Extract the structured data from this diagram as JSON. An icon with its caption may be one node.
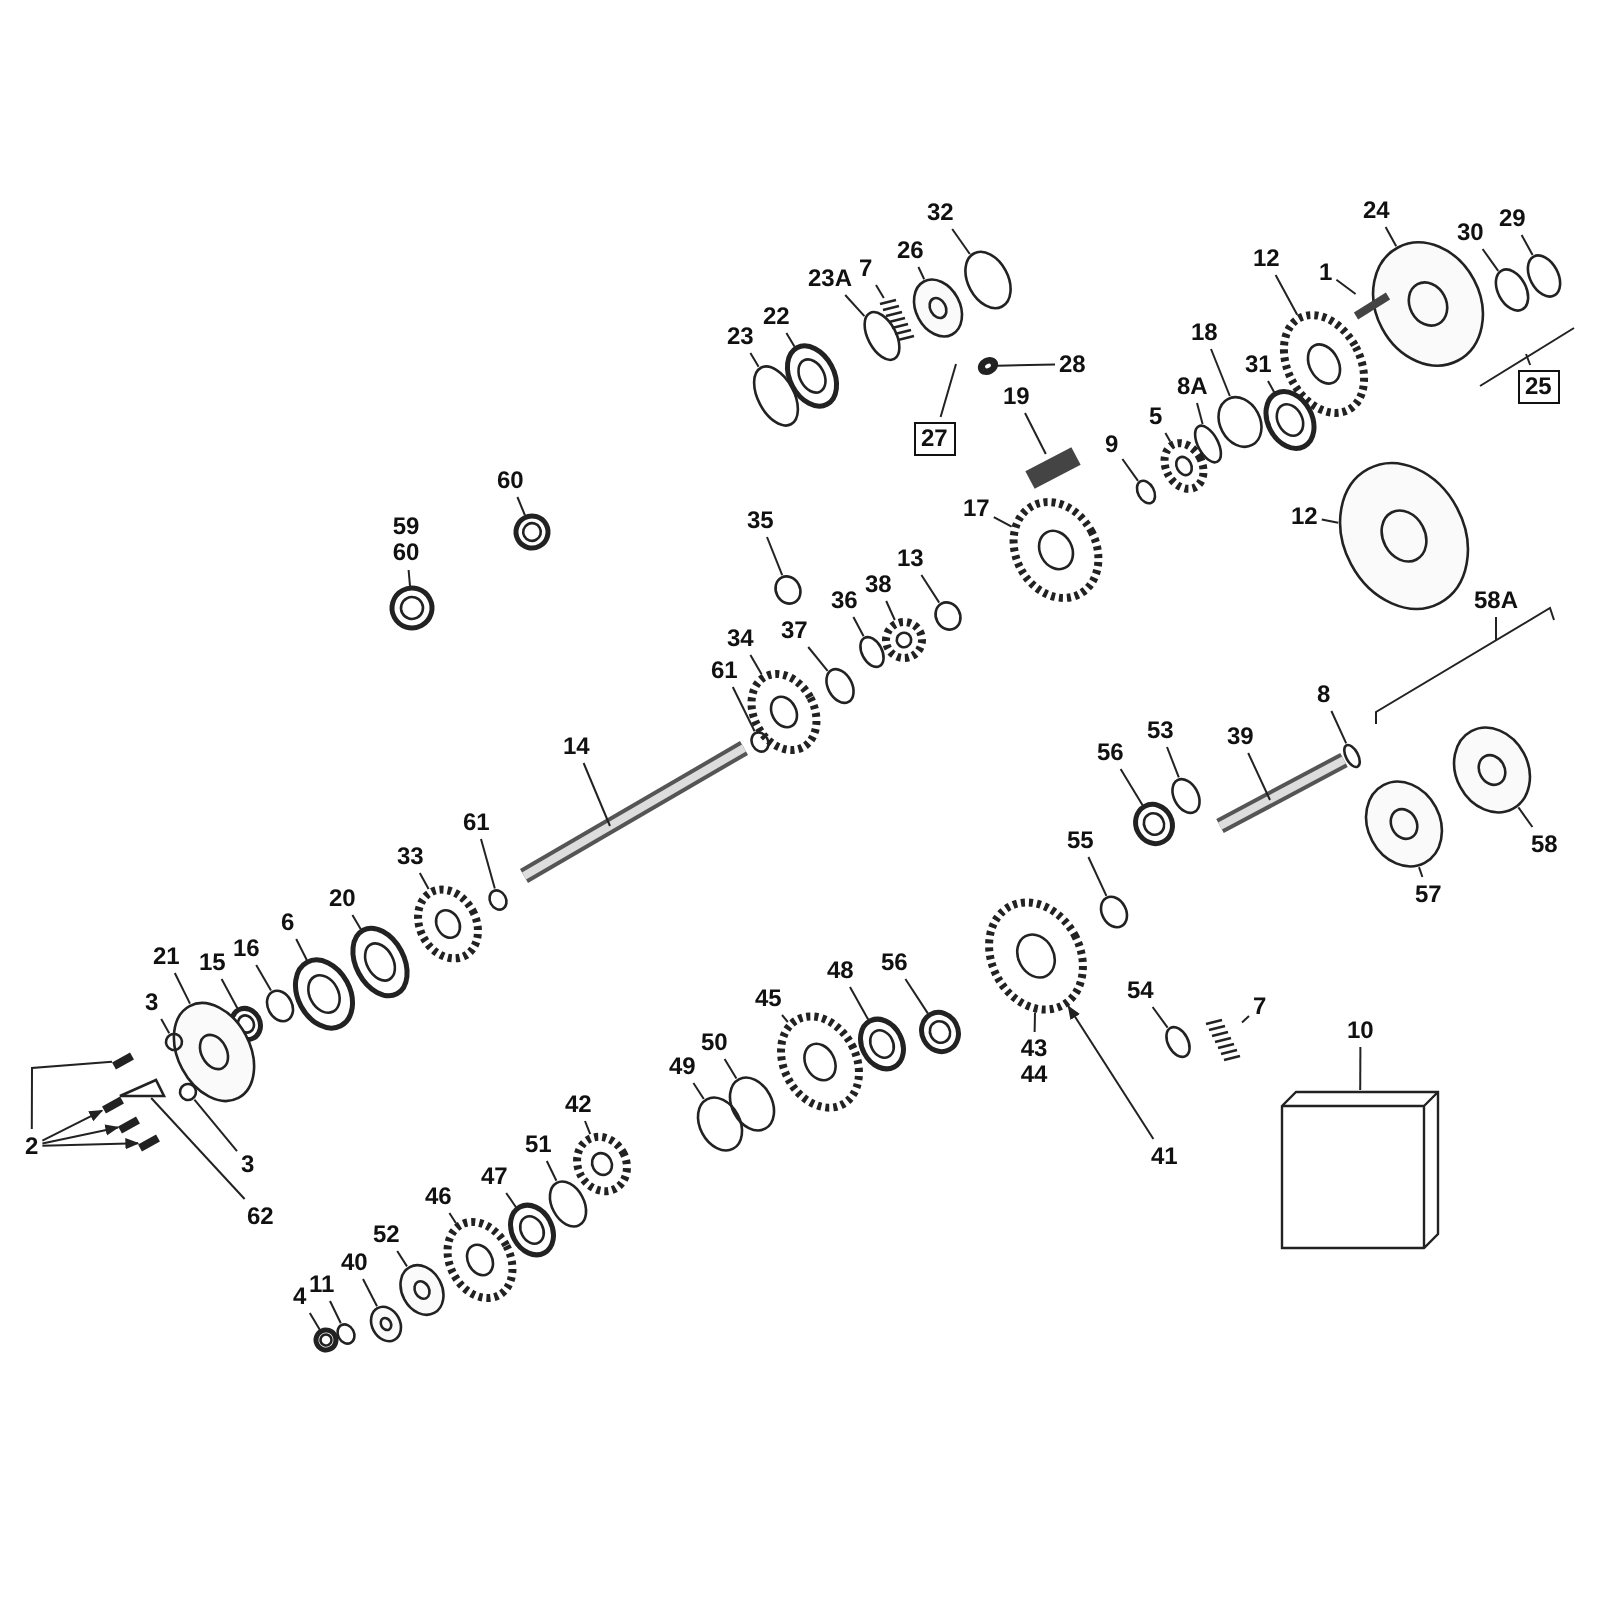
{
  "diagram": {
    "nodes": [
      {
        "text": [
          "23"
        ]
      },
      {
        "text": [
          "22"
        ]
      },
      {
        "text": [
          "23A"
        ]
      },
      {
        "text": [
          "7"
        ]
      },
      {
        "text": [
          "26"
        ]
      },
      {
        "text": [
          "32"
        ]
      },
      {
        "text": [
          "28"
        ]
      },
      {
        "text": [
          "27"
        ]
      },
      {
        "text": [
          "24"
        ]
      },
      {
        "text": [
          "12"
        ]
      },
      {
        "text": [
          "1"
        ]
      },
      {
        "text": [
          "30"
        ]
      },
      {
        "text": [
          "29"
        ]
      },
      {
        "text": [
          "25"
        ]
      },
      {
        "text": [
          "18"
        ]
      },
      {
        "text": [
          "31"
        ]
      },
      {
        "text": [
          "8A"
        ]
      },
      {
        "text": [
          "5"
        ]
      },
      {
        "text": [
          "19"
        ]
      },
      {
        "text": [
          "9"
        ]
      },
      {
        "text": [
          "17"
        ]
      },
      {
        "text": [
          "12"
        ]
      },
      {
        "text": [
          "60"
        ]
      },
      {
        "text": [
          "59 60"
        ]
      },
      {
        "text": [
          "35"
        ]
      },
      {
        "text": [
          "13"
        ]
      },
      {
        "text": [
          "38"
        ]
      },
      {
        "text": [
          "36"
        ]
      },
      {
        "text": [
          "37"
        ]
      },
      {
        "text": [
          "34"
        ]
      },
      {
        "text": [
          "61"
        ]
      },
      {
        "text": [
          "14"
        ]
      },
      {
        "text": [
          "58A"
        ]
      },
      {
        "text": [
          "8"
        ]
      },
      {
        "text": [
          "39"
        ]
      },
      {
        "text": [
          "58"
        ]
      },
      {
        "text": [
          "57"
        ]
      },
      {
        "text": [
          "61"
        ]
      },
      {
        "text": [
          "33"
        ]
      },
      {
        "text": [
          "53"
        ]
      },
      {
        "text": [
          "56"
        ]
      },
      {
        "text": [
          "55"
        ]
      },
      {
        "text": [
          "20"
        ]
      },
      {
        "text": [
          "6"
        ]
      },
      {
        "text": [
          "16"
        ]
      },
      {
        "text": [
          "15"
        ]
      },
      {
        "text": [
          "21"
        ]
      },
      {
        "text": [
          "3"
        ]
      },
      {
        "text": [
          "56"
        ]
      },
      {
        "text": [
          "48"
        ]
      },
      {
        "text": [
          "45"
        ]
      },
      {
        "text": [
          "43 44"
        ]
      },
      {
        "text": [
          "41"
        ]
      },
      {
        "text": [
          "54"
        ]
      },
      {
        "text": [
          "7"
        ]
      },
      {
        "text": [
          "10"
        ]
      },
      {
        "text": [],
        "shape": "box"
      },
      {
        "text": [
          "50"
        ]
      },
      {
        "text": [
          "49"
        ]
      },
      {
        "text": [
          "2"
        ]
      },
      {
        "text": [
          "3"
        ]
      },
      {
        "text": [
          "62"
        ]
      },
      {
        "text": [
          "42"
        ]
      },
      {
        "text": [
          "51"
        ]
      },
      {
        "text": [
          "47"
        ]
      },
      {
        "text": [
          "46"
        ]
      },
      {
        "text": [
          "52"
        ]
      },
      {
        "text": [
          "40"
        ]
      },
      {
        "text": [
          "11"
        ]
      },
      {
        "text": [
          "4"
        ]
      },
      {
        "text": [],
        "shape": "circle"
      },
      {
        "text": [],
        "shape": "picture"
      },
      {
        "text": [],
        "shape": "circle"
      },
      {
        "text": [],
        "shape": "picture"
      },
      {
        "text": [],
        "shape": "picture"
      },
      {
        "text": [],
        "shape": "circle"
      },
      {
        "text": [],
        "shape": "picture"
      },
      {
        "text": [],
        "shape": "picture"
      },
      {
        "text": [],
        "shape": "picture"
      },
      {
        "text": [],
        "shape": "picture"
      },
      {
        "text": [],
        "shape": "circle"
      },
      {
        "text": [],
        "shape": "circle"
      },
      {
        "text": [],
        "shape": "circle"
      },
      {
        "text": [],
        "shape": "picture"
      },
      {
        "text": [],
        "shape": "circle"
      },
      {
        "text": [],
        "shape": "picture"
      },
      {
        "text": [],
        "shape": "picture"
      },
      {
        "text": [],
        "shape": "circle"
      },
      {
        "text": [],
        "shape": "picture"
      },
      {
        "text": [],
        "shape": "picture"
      },
      {
        "text": [],
        "shape": "picture"
      },
      {
        "text": [],
        "shape": "picture"
      },
      {
        "text": [],
        "shape": "circle"
      },
      {
        "text": [],
        "shape": "circle"
      },
      {
        "text": [],
        "shape": "picture"
      },
      {
        "text": [],
        "shape": "circle"
      },
      {
        "text": [],
        "shape": "circle"
      },
      {
        "text": [],
        "shape": "picture"
      },
      {
        "text": [],
        "shape": "circle"
      },
      {
        "text": [],
        "shape": "picture"
      },
      {
        "text": [],
        "shape": "circle"
      },
      {
        "text": [],
        "shape": "picture"
      },
      {
        "text": [],
        "shape": "picture"
      },
      {
        "text": [],
        "shape": "picture"
      },
      {
        "text": [],
        "shape": "circle"
      },
      {
        "text": [],
        "shape": "picture"
      },
      {
        "text": [],
        "shape": "circle"
      },
      {
        "text": [],
        "shape": "picture"
      },
      {
        "text": [],
        "shape": "circle"
      },
      {
        "text": [],
        "shape": "picture"
      },
      {
        "text": [],
        "shape": "picture"
      },
      {
        "text": [],
        "shape": "circle"
      },
      {
        "text": [],
        "shape": "picture"
      },
      {
        "text": [],
        "shape": "picture"
      },
      {
        "text": [],
        "shape": "circle"
      },
      {
        "text": [],
        "shape": "picture"
      },
      {
        "text": [],
        "shape": "picture"
      },
      {
        "text": [],
        "shape": "picture"
      },
      {
        "text": [],
        "shape": "picture"
      },
      {
        "text": [],
        "shape": "circle"
      },
      {
        "text": [],
        "shape": "picture"
      },
      {
        "text": [],
        "shape": "circle"
      },
      {
        "text": [],
        "shape": "circle"
      },
      {
        "text": [],
        "shape": "picture"
      },
      {
        "text": [],
        "shape": "picture"
      },
      {
        "text": [],
        "shape": "picture"
      },
      {
        "text": [],
        "shape": "picture"
      },
      {
        "text": [],
        "shape": "circle"
      },
      {
        "text": [],
        "shape": "picture"
      },
      {
        "text": [],
        "shape": "picture"
      },
      {
        "text": [],
        "shape": "circle"
      },
      {
        "text": [],
        "shape": "picture"
      },
      {
        "text": [],
        "shape": "picture"
      },
      {
        "text": [],
        "shape": "picture"
      },
      {
        "text": [],
        "shape": "picture"
      },
      {
        "text": [],
        "shape": "circle"
      },
      {
        "text": [],
        "shape": "picture"
      }
    ],
    "edges": [
      {
        "from": 0,
        "to": 70,
        "arrow": "none"
      },
      {
        "from": 1,
        "to": 71,
        "arrow": "none"
      },
      {
        "from": 2,
        "to": 72,
        "arrow": "none"
      },
      {
        "from": 3,
        "to": 73,
        "arrow": "none"
      },
      {
        "from": 4,
        "to": 74,
        "arrow": "none"
      },
      {
        "from": 5,
        "to": 75,
        "arrow": "none"
      },
      {
        "from": 6,
        "to": 76,
        "arrow": "none"
      },
      {
        "from": 7,
        "to": null,
        "arrow": "none"
      },
      {
        "from": 8,
        "to": 77,
        "arrow": "none"
      },
      {
        "from": 9,
        "to": 78,
        "arrow": "none"
      },
      {
        "from": 10,
        "to": 79,
        "arrow": "none"
      },
      {
        "from": 11,
        "to": 80,
        "arrow": "none"
      },
      {
        "from": 12,
        "to": 81,
        "arrow": "none"
      },
      {
        "from": 13,
        "to": null,
        "arrow": "none"
      },
      {
        "from": 14,
        "to": 82,
        "arrow": "none"
      },
      {
        "from": 15,
        "to": 83,
        "arrow": "none"
      },
      {
        "from": 16,
        "to": 84,
        "arrow": "none"
      },
      {
        "from": 17,
        "to": 85,
        "arrow": "none"
      },
      {
        "from": 18,
        "to": 86,
        "arrow": "none"
      },
      {
        "from": 19,
        "to": 87,
        "arrow": "none"
      },
      {
        "from": 20,
        "to": 88,
        "arrow": "none"
      },
      {
        "from": 21,
        "to": 89,
        "arrow": "none"
      },
      {
        "from": 22,
        "to": 90,
        "arrow": "none"
      },
      {
        "from": 23,
        "to": 91,
        "arrow": "none"
      },
      {
        "from": 24,
        "to": 92,
        "arrow": "none"
      },
      {
        "from": 25,
        "to": 93,
        "arrow": "none"
      },
      {
        "from": 26,
        "to": 94,
        "arrow": "none"
      },
      {
        "from": 27,
        "to": 95,
        "arrow": "none"
      },
      {
        "from": 28,
        "to": 96,
        "arrow": "none"
      },
      {
        "from": 29,
        "to": 97,
        "arrow": "none"
      },
      {
        "from": 30,
        "to": 98,
        "arrow": "none"
      },
      {
        "from": 31,
        "to": 99,
        "arrow": "none"
      },
      {
        "from": 32,
        "to": null,
        "arrow": "none"
      },
      {
        "from": 33,
        "to": 100,
        "arrow": "none"
      },
      {
        "from": 34,
        "to": 101,
        "arrow": "none"
      },
      {
        "from": 35,
        "to": 102,
        "arrow": "none"
      },
      {
        "from": 36,
        "to": 103,
        "arrow": "none"
      },
      {
        "from": 37,
        "to": 104,
        "arrow": "none"
      },
      {
        "from": 38,
        "to": 105,
        "arrow": "none"
      },
      {
        "from": 39,
        "to": 106,
        "arrow": "none"
      },
      {
        "from": 40,
        "to": 107,
        "arrow": "none"
      },
      {
        "from": 41,
        "to": 108,
        "arrow": "none"
      },
      {
        "from": 42,
        "to": 109,
        "arrow": "none"
      },
      {
        "from": 43,
        "to": 110,
        "arrow": "none"
      },
      {
        "from": 44,
        "to": 111,
        "arrow": "none"
      },
      {
        "from": 45,
        "to": 112,
        "arrow": "none"
      },
      {
        "from": 46,
        "to": 113,
        "arrow": "none"
      },
      {
        "from": 47,
        "to": 114,
        "arrow": "none"
      },
      {
        "from": 48,
        "to": 115,
        "arrow": "none"
      },
      {
        "from": 49,
        "to": 116,
        "arrow": "none"
      },
      {
        "from": 50,
        "to": 117,
        "arrow": "none"
      },
      {
        "from": 51,
        "to": 118,
        "arrow": "none"
      },
      {
        "from": 52,
        "to": 118,
        "arrow": "to"
      },
      {
        "from": 53,
        "to": 119,
        "arrow": "none"
      },
      {
        "from": 54,
        "to": 120,
        "arrow": "none"
      },
      {
        "from": 55,
        "to": 56,
        "arrow": "none"
      },
      {
        "from": 57,
        "to": 121,
        "arrow": "none"
      },
      {
        "from": 58,
        "to": 122,
        "arrow": "none"
      },
      {
        "from": 59,
        "to": 124,
        "arrow": "to"
      },
      {
        "from": 59,
        "to": 125,
        "arrow": "to"
      },
      {
        "from": 59,
        "to": 126,
        "arrow": "to"
      },
      {
        "from": 59,
        "to": 123,
        "arrow": "none"
      },
      {
        "from": 60,
        "to": 127,
        "arrow": "none"
      },
      {
        "from": 61,
        "to": 128,
        "arrow": "none"
      },
      {
        "from": 62,
        "to": 129,
        "arrow": "none"
      },
      {
        "from": 63,
        "to": 130,
        "arrow": "none"
      },
      {
        "from": 64,
        "to": 131,
        "arrow": "none"
      },
      {
        "from": 65,
        "to": 132,
        "arrow": "none"
      },
      {
        "from": 66,
        "to": 133,
        "arrow": "none"
      },
      {
        "from": 67,
        "to": 134,
        "arrow": "none"
      },
      {
        "from": 68,
        "to": 135,
        "arrow": "none"
      },
      {
        "from": 69,
        "to": 136,
        "arrow": "none"
      }
    ]
  }
}
